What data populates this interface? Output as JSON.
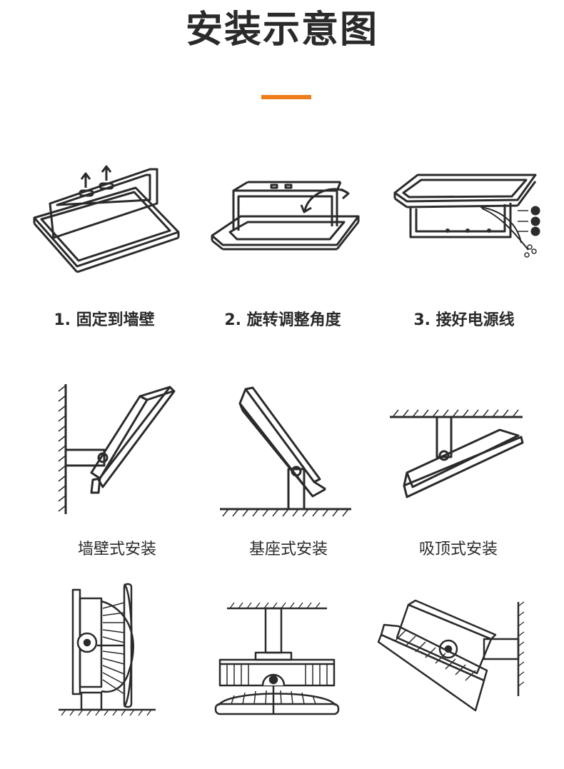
{
  "title": "安装示意图",
  "accent_color": "#ef7d1a",
  "steps": [
    {
      "label": "1. 固定到墙壁",
      "icon": "wall-fix-icon"
    },
    {
      "label": "2. 旋转调整角度",
      "icon": "rotate-angle-icon"
    },
    {
      "label": "3. 接好电源线",
      "icon": "power-cable-icon"
    }
  ],
  "mounts": [
    {
      "label": "墙壁式安装",
      "icon": "wall-mount-icon"
    },
    {
      "label": "基座式安装",
      "icon": "base-mount-icon"
    },
    {
      "label": "吸顶式安装",
      "icon": "ceiling-mount-icon"
    }
  ],
  "bottom_figures": [
    {
      "icon": "side-wall-lamp-icon"
    },
    {
      "icon": "pendant-ceiling-lamp-icon"
    },
    {
      "icon": "angled-wall-lamp-icon"
    }
  ]
}
